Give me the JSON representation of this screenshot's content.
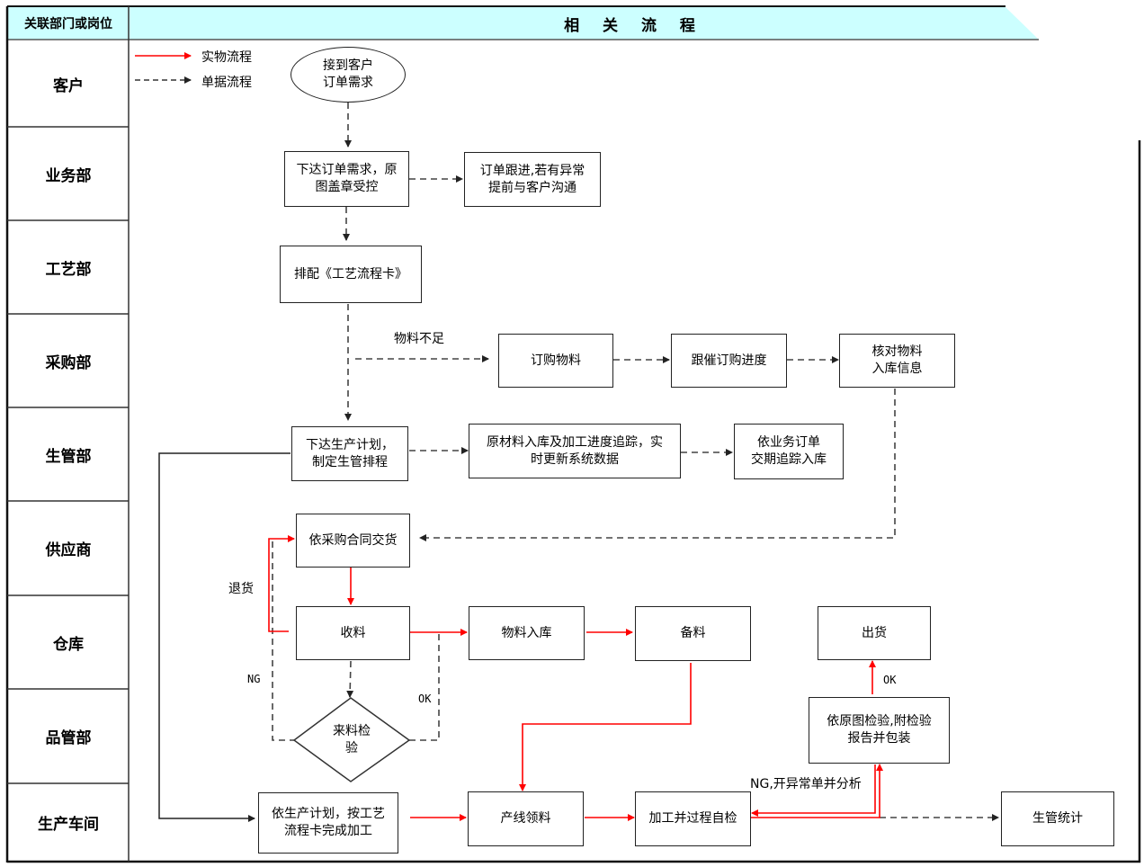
{
  "header": {
    "dept_column_title": "关联部门或岗位",
    "flow_column_title": "相 关 流 程",
    "header_bg_color": "#ccffff"
  },
  "lanes": [
    {
      "label": "客户"
    },
    {
      "label": "业务部"
    },
    {
      "label": "工艺部"
    },
    {
      "label": "采购部"
    },
    {
      "label": "生管部"
    },
    {
      "label": "供应商"
    },
    {
      "label": "仓库"
    },
    {
      "label": "品管部"
    },
    {
      "label": "生产车间"
    }
  ],
  "legend": {
    "physical_flow": {
      "label": "实物流程",
      "color": "#ff0000",
      "style": "solid"
    },
    "document_flow": {
      "label": "单据流程",
      "color": "#333333",
      "style": "dashed"
    }
  },
  "nodes": {
    "receive_order": "接到客户\n订单需求",
    "issue_order": "下达订单需求，原\n图盖章受控",
    "order_follow": "订单跟进,若有异常\n提前与客户沟通",
    "process_card": "排配《工艺流程卡》",
    "order_material": "订购物料",
    "follow_purchase": "跟催订购进度",
    "verify_material": "核对物料\n入库信息",
    "production_plan": "下达生产计划，\n制定生管排程",
    "track_progress": "原材料入库及加工进度追踪，实\n时更新系统数据",
    "track_delivery": "依业务订单\n交期追踪入库",
    "supplier_delivery": "依采购合同交货",
    "receive_material": "收料",
    "material_storage": "物料入库",
    "prepare_material": "备料",
    "shipment": "出货",
    "incoming_inspection": "来料检\n验",
    "final_inspection": "依原图检验,附检验\n报告并包装",
    "processing": "依生产计划，按工艺\n流程卡完成加工",
    "line_pick": "产线领料",
    "process_self_check": "加工并过程自检",
    "production_stats": "生管统计"
  },
  "edge_labels": {
    "material_shortage": "物料不足",
    "return_goods": "退货",
    "ng_incoming": "NG",
    "ok_incoming": "OK",
    "ok_final": "OK",
    "ng_process": "NG,开异常单并分析"
  },
  "colors": {
    "physical": "#ff0000",
    "document": "#555555",
    "solid_black": "#222222"
  }
}
